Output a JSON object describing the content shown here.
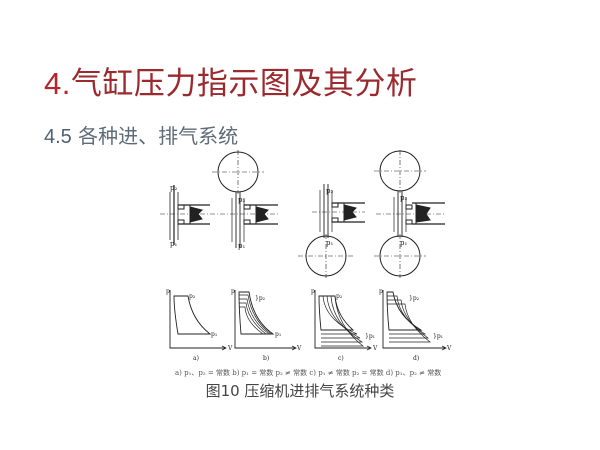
{
  "slide": {
    "title_number": "4.",
    "title_text": "气缸压力指示图及其分析",
    "subtitle_number": "4.5",
    "subtitle_text": "各种进、排气系统",
    "colors": {
      "title": "#9b2a2f",
      "subtitle": "#5f6c78"
    }
  },
  "figure": {
    "cylinders": [
      {
        "id": "a",
        "top_vessel": false,
        "bottom_vessel": false,
        "label_top": "p2",
        "label_bottom": "p1"
      },
      {
        "id": "b",
        "top_vessel": true,
        "bottom_vessel": false,
        "label_top": "p2",
        "label_bottom": "p1"
      },
      {
        "id": "c",
        "top_vessel": false,
        "bottom_vessel": true,
        "label_top": "p2",
        "label_bottom": "p1"
      },
      {
        "id": "d",
        "top_vessel": true,
        "bottom_vessel": true,
        "label_top": "p2",
        "label_bottom": "p1"
      }
    ],
    "pv_diagrams": [
      {
        "id": "a",
        "label": "a)",
        "y_axis": "p",
        "x_axis": "V",
        "curve_labels": [
          "p2",
          "p1"
        ]
      },
      {
        "id": "b",
        "label": "b)",
        "y_axis": "p",
        "x_axis": "V",
        "curve_labels": [
          "p2",
          "p1"
        ]
      },
      {
        "id": "c",
        "label": "c)",
        "y_axis": "p",
        "x_axis": "V",
        "curve_labels": [
          "p2",
          "p1"
        ]
      },
      {
        "id": "d",
        "label": "d)",
        "y_axis": "p",
        "x_axis": "V",
        "curve_labels": [
          "p2",
          "p1"
        ]
      }
    ],
    "legend": "a) p₁、p₂ = 常数   b) p₁ = 常数   p₂ ≠ 常数   c) p₁ ≠ 常数   p₂ = 常数   d) p₁、p₂ ≠ 常数",
    "caption": "图10  压缩机进排气系统种类"
  }
}
